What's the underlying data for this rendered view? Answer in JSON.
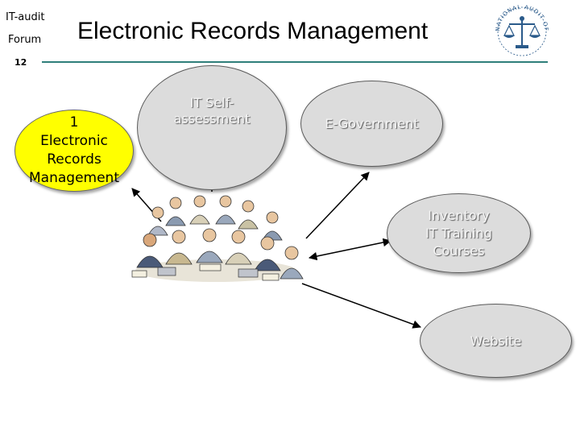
{
  "header": {
    "brand_line1": "IT-audit",
    "brand_line2": "Forum",
    "title": "Electronic  Records Management",
    "slide_number": "12",
    "accent_color": "#2f7f7a"
  },
  "logo": {
    "icon": "audit-office-seal-icon",
    "ring_text": "NATIONAL AUDIT OFFICE"
  },
  "nodes": {
    "records": {
      "number": "1",
      "line1": "Electronic",
      "line2": "Records",
      "line3": "Management",
      "color": "#ffff00"
    },
    "self_assessment": {
      "line1": "IT Self-",
      "line2": "assessment"
    },
    "egovernment": {
      "label": "E-Government"
    },
    "inventory": {
      "line1": "Inventory",
      "line2": "IT Training",
      "line3": "Courses"
    },
    "website": {
      "label": "Website"
    }
  },
  "center_image": {
    "icon": "people-meeting-clipart-icon"
  }
}
